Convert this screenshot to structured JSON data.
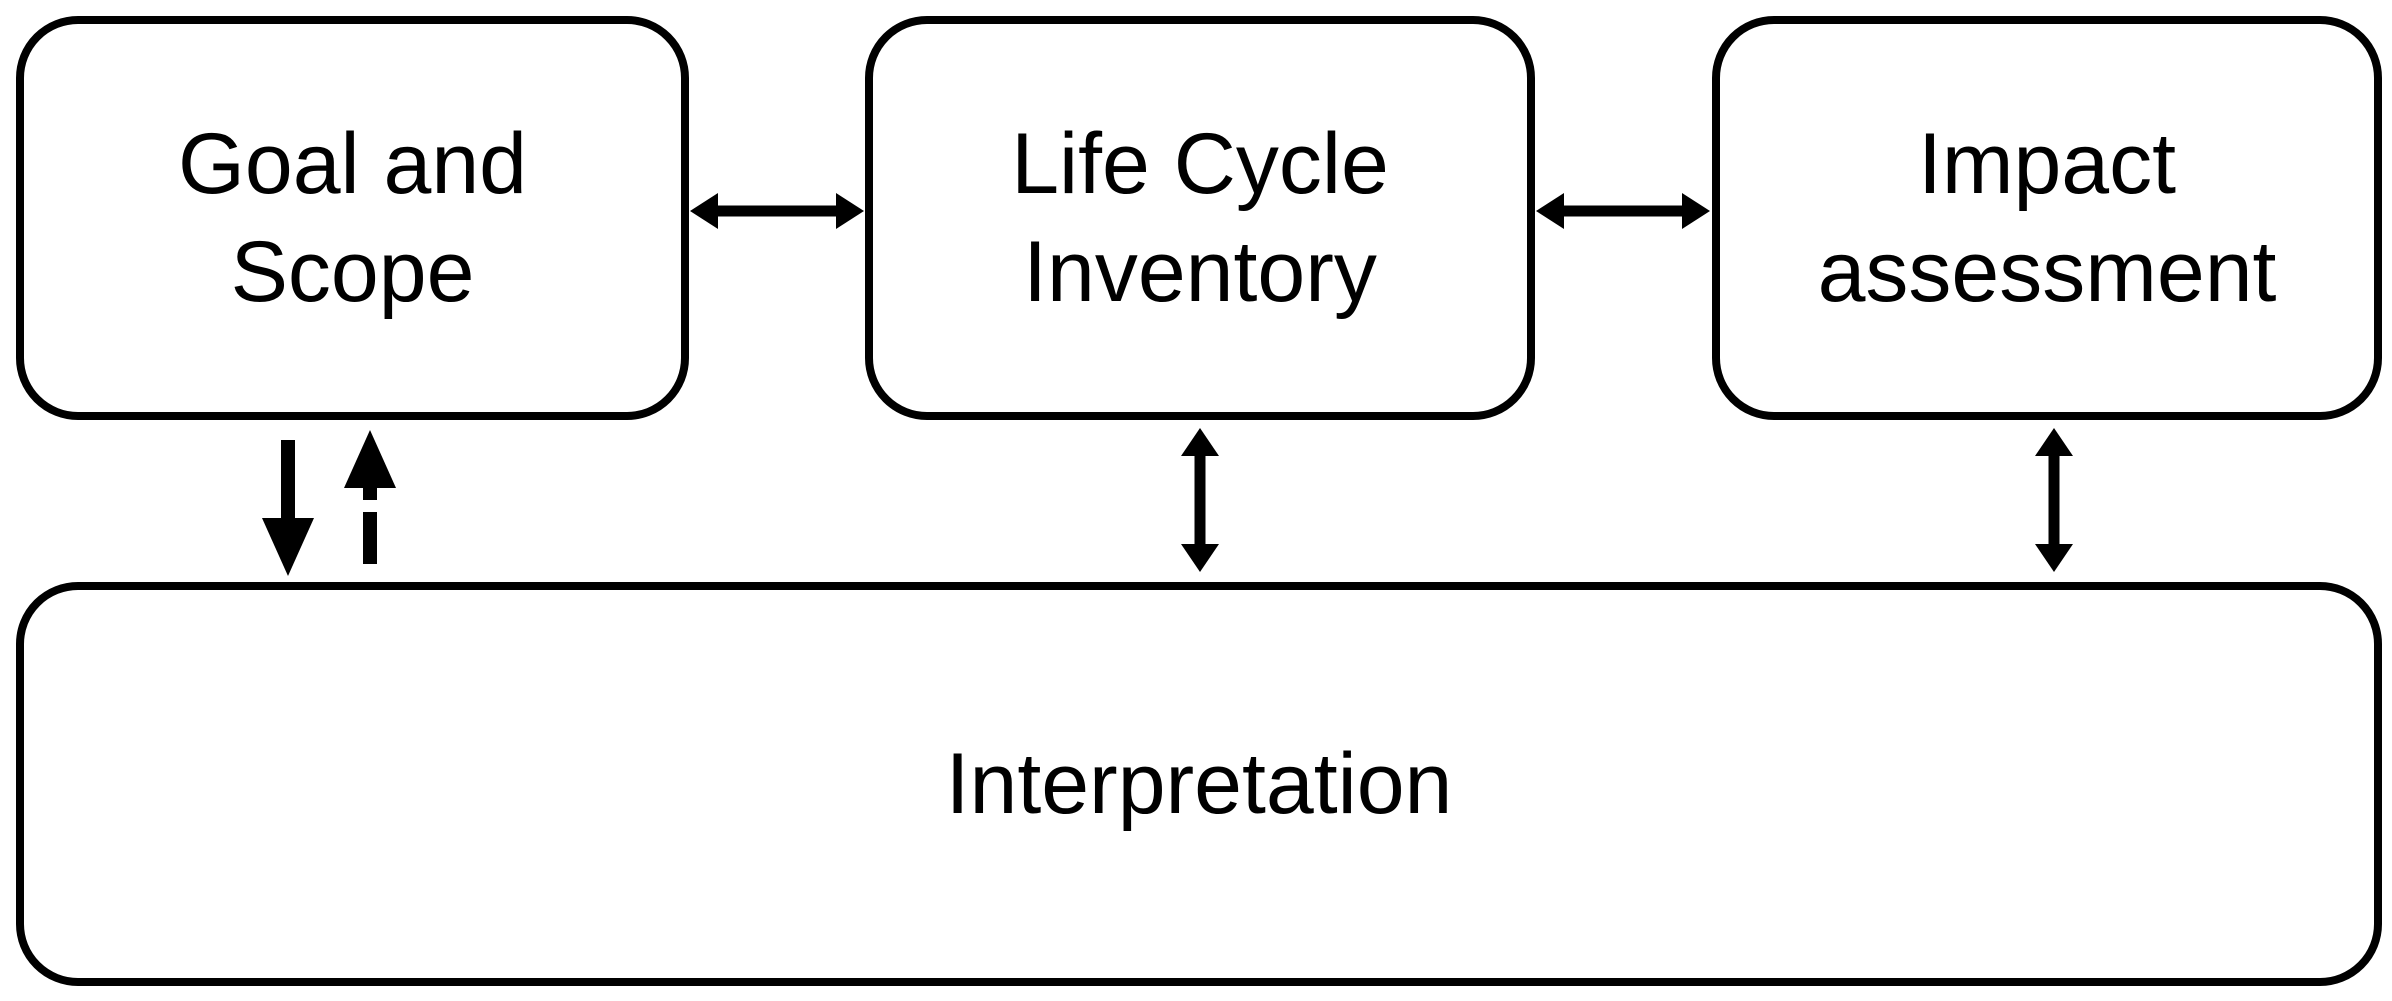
{
  "colors": {
    "stroke": "#000000",
    "background": "#ffffff",
    "text": "#000000"
  },
  "boxes": {
    "goal": {
      "label": "Goal and\nScope"
    },
    "lci": {
      "label": "Life Cycle\nInventory"
    },
    "impact": {
      "label": "Impact\nassessment"
    },
    "interpretation": {
      "label": "Interpretation"
    }
  },
  "connectors": [
    {
      "from": "goal",
      "to": "lci",
      "style": "solid",
      "direction": "both"
    },
    {
      "from": "lci",
      "to": "impact",
      "style": "solid",
      "direction": "both"
    },
    {
      "from": "goal",
      "to": "interpretation",
      "style": "solid",
      "direction": "forward"
    },
    {
      "from": "interpretation",
      "to": "goal",
      "style": "dashed",
      "direction": "forward"
    },
    {
      "from": "lci",
      "to": "interpretation",
      "style": "solid",
      "direction": "both"
    },
    {
      "from": "impact",
      "to": "interpretation",
      "style": "solid",
      "direction": "both"
    }
  ]
}
